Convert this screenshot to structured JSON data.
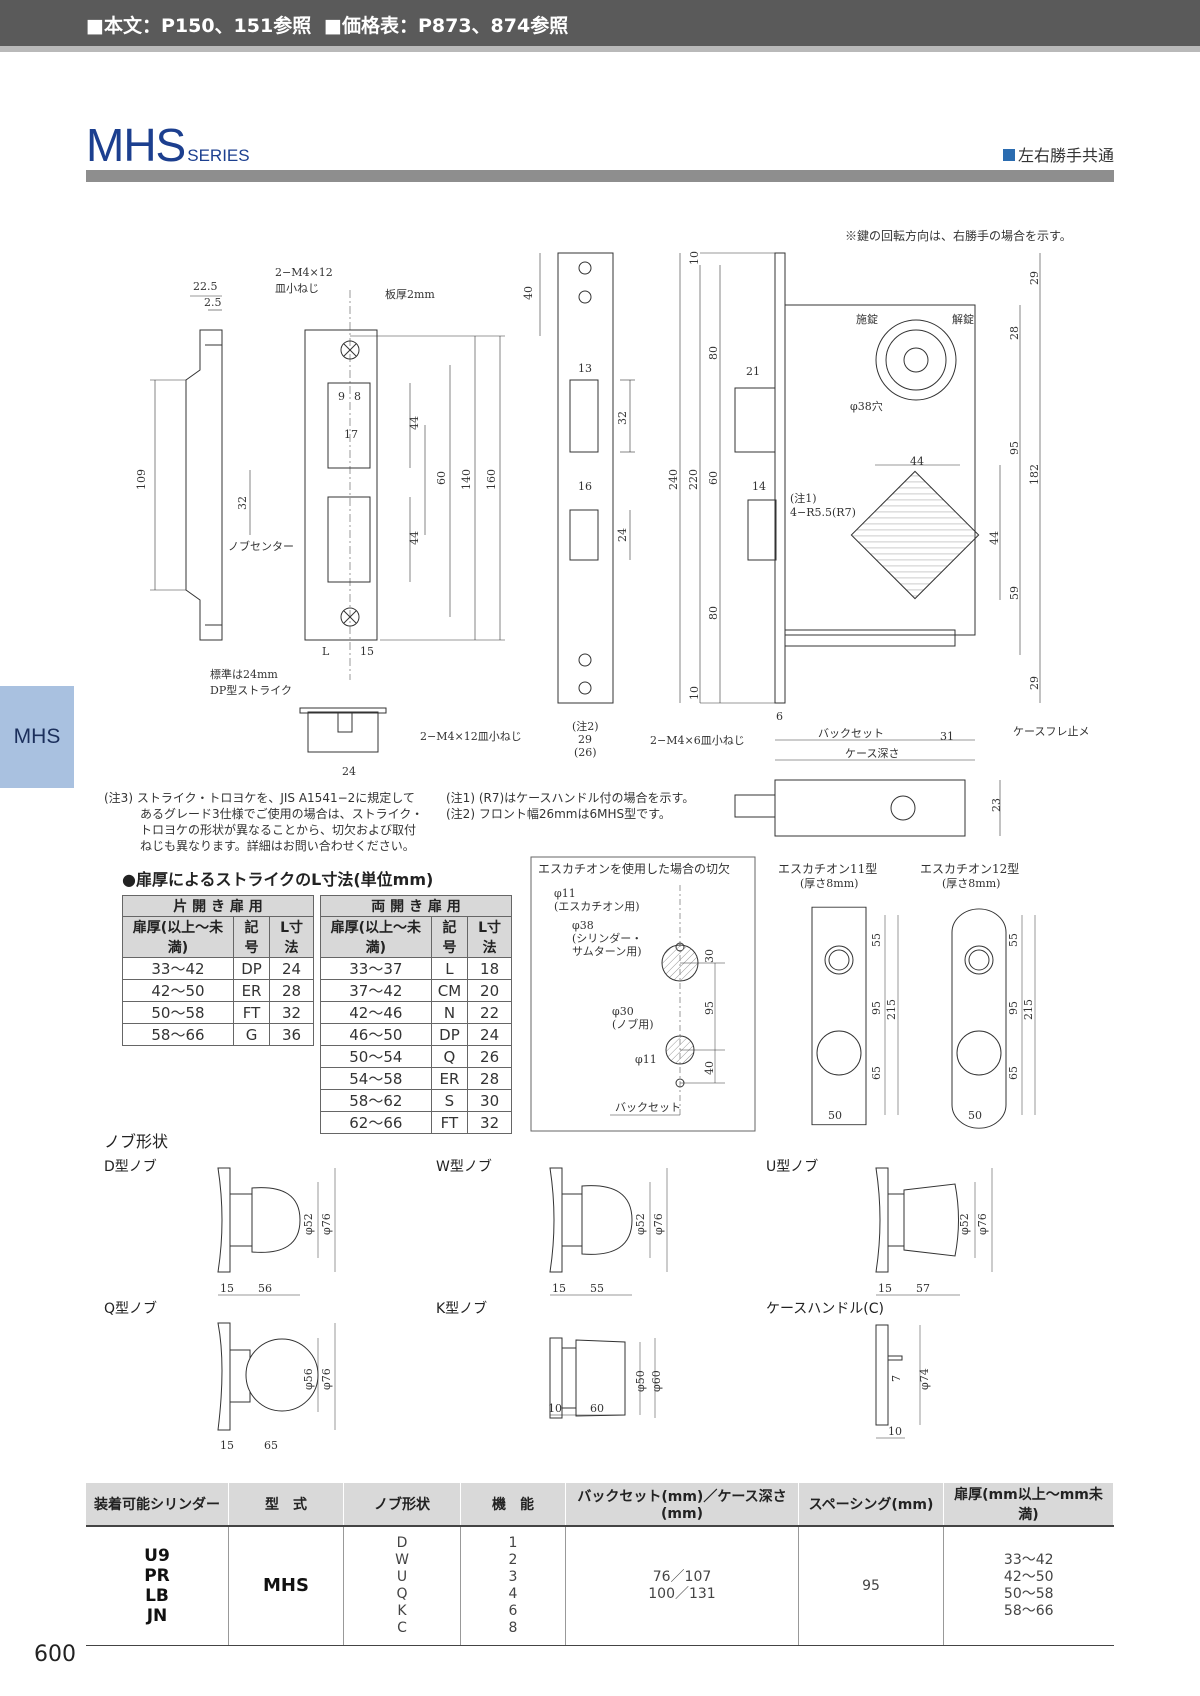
{
  "header": {
    "ref1": "■本文：P150、151参照",
    "ref2": "■価格表：P873、874参照"
  },
  "title": {
    "main": "MHS",
    "sub": "SERIES"
  },
  "handedness": "左右勝手共通",
  "side_tab": "MHS",
  "drawing": {
    "top_note": "※鍵の回転方向は、右勝手の場合を示す。",
    "strike_side_dims": [
      "22.5",
      "2.5",
      "109",
      "32"
    ],
    "knob_center": "ノブセンター",
    "standard_note": "標準は24mm",
    "dp_strike": "DP型ストライク",
    "screw_top": "2−M4×12",
    "screw_top2": "皿小ねじ",
    "plate_thickness": "板厚2mm",
    "strike_dims": [
      "9",
      "8",
      "17",
      "44",
      "44",
      "60",
      "140",
      "160",
      "L",
      "15",
      "24"
    ],
    "front_dims": [
      "40",
      "13",
      "32",
      "16",
      "24"
    ],
    "front_note2": "(注2)",
    "front_width": "29",
    "front_width2": "(26)",
    "screw_left": "2−M4×12皿小ねじ",
    "screw_right": "2−M4×6皿小ねじ",
    "case_dims": [
      "10",
      "80",
      "60",
      "80",
      "10",
      "240",
      "220",
      "21",
      "14",
      "44",
      "29",
      "28",
      "95",
      "182",
      "44",
      "59",
      "29",
      "6",
      "31",
      "23"
    ],
    "lock_turn": "施錠",
    "unlock_turn": "解錠",
    "hole38": "φ38穴",
    "note1_label": "(注1)",
    "note1_dim": "4−R5.5(R7)",
    "backset": "バックセット",
    "case_depth": "ケース深さ",
    "case_stopper": "ケースフレ止メ"
  },
  "notes": {
    "note3": "(注3) ストライク・トロヨケを、JIS A1541−2に規定して\n　　　あるグレード3仕様でご使用の場合は、ストライク・\n　　　トロヨケの形状が異なることから、切欠および取付\n　　　ねじも異なります。詳細はお問い合わせください。",
    "note1": "(注1) (R7)はケースハンドル付の場合を示す。",
    "note2": "(注2) フロント幅26mmは6MHS型です。"
  },
  "strike_table": {
    "title": "●扉厚によるストライクのL寸法(単位mm)",
    "single_title": "片 開 き 扉 用",
    "double_title": "両 開 き 扉 用",
    "headers": [
      "扉厚(以上〜未満)",
      "記号",
      "L寸法"
    ],
    "single_rows": [
      [
        "33〜42",
        "DP",
        "24"
      ],
      [
        "42〜50",
        "ER",
        "28"
      ],
      [
        "50〜58",
        "FT",
        "32"
      ],
      [
        "58〜66",
        "G",
        "36"
      ]
    ],
    "double_rows": [
      [
        "33〜37",
        "L",
        "18"
      ],
      [
        "37〜42",
        "CM",
        "20"
      ],
      [
        "42〜46",
        "N",
        "22"
      ],
      [
        "46〜50",
        "DP",
        "24"
      ],
      [
        "50〜54",
        "Q",
        "26"
      ],
      [
        "54〜58",
        "ER",
        "28"
      ],
      [
        "58〜62",
        "S",
        "30"
      ],
      [
        "62〜66",
        "FT",
        "32"
      ]
    ]
  },
  "escutcheon": {
    "cutout_title": "エスカチオンを使用した場合の切欠",
    "phi11": "φ11",
    "phi11_note": "(エスカチオン用)",
    "phi38": "φ38",
    "phi38_note1": "(シリンダー・",
    "phi38_note2": "サムターン用)",
    "phi30": "φ30",
    "phi30_note": "(ノブ用)",
    "phi11b": "φ11",
    "dims": [
      "30",
      "95",
      "40"
    ],
    "backset": "バックセット",
    "type11": "エスカチオン11型",
    "type11_thick": "(厚さ8mm)",
    "type12": "エスカチオン12型",
    "type12_thick": "(厚さ8mm)",
    "type_dims": [
      "55",
      "95",
      "215",
      "65",
      "50"
    ]
  },
  "knobs": {
    "section": "ノブ形状",
    "items": [
      {
        "label": "D型ノブ",
        "d1": "φ52",
        "d2": "φ76",
        "w1": "15",
        "w2": "56"
      },
      {
        "label": "W型ノブ",
        "d1": "φ52",
        "d2": "φ76",
        "w1": "15",
        "w2": "55"
      },
      {
        "label": "U型ノブ",
        "d1": "φ52",
        "d2": "φ76",
        "w1": "15",
        "w2": "57"
      },
      {
        "label": "Q型ノブ",
        "d1": "φ56",
        "d2": "φ76",
        "w1": "15",
        "w2": "65"
      },
      {
        "label": "K型ノブ",
        "d1": "φ50",
        "d2": "φ60",
        "w1": "10",
        "w2": "60"
      },
      {
        "label": "ケースハンドル(C)",
        "d1": "7",
        "d2": "φ74",
        "w1": "10",
        "w2": ""
      }
    ]
  },
  "spec_table": {
    "headers": [
      "装着可能シリンダー",
      "型　式",
      "ノブ形状",
      "機　能",
      "バックセット(mm)／ケース深さ(mm)",
      "スペーシング(mm)",
      "扉厚(mm以上〜mm未満)"
    ],
    "cylinders": [
      "U9",
      "PR",
      "LB",
      "JN"
    ],
    "model": "MHS",
    "knob_shapes": [
      "D",
      "W",
      "U",
      "Q",
      "K",
      "C"
    ],
    "functions": [
      "1",
      "2",
      "3",
      "4",
      "6",
      "8"
    ],
    "backsets": [
      "76／107",
      "100／131"
    ],
    "spacing": "95",
    "door_thickness": [
      "33〜42",
      "42〜50",
      "50〜58",
      "58〜66"
    ]
  },
  "page_number": "600"
}
